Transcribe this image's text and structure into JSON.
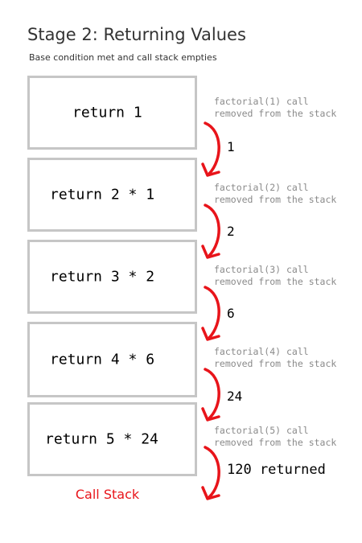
{
  "title": "Stage 2: Returning Values",
  "subtitle": "Base condition met and call stack empties",
  "frames": [
    {
      "code": "return 1",
      "note_line1": "factorial(1) call",
      "note_line2": "removed from the stack",
      "value": "1"
    },
    {
      "code": "return 2 * 1",
      "note_line1": "factorial(2) call",
      "note_line2": "removed from the stack",
      "value": "2"
    },
    {
      "code": "return 3 * 2",
      "note_line1": "factorial(3) call",
      "note_line2": "removed from the stack",
      "value": "6"
    },
    {
      "code": "return 4 * 6",
      "note_line1": "factorial(4) call",
      "note_line2": "removed from the stack",
      "value": "24"
    },
    {
      "code": "return 5 * 24",
      "note_line1": "factorial(5) call",
      "note_line2": "removed from the stack",
      "value": "120 returned"
    }
  ],
  "stack_label": "Call Stack",
  "colors": {
    "accent": "#e8141a",
    "frame_border": "#c6c6c6",
    "note": "#8a8a8a"
  }
}
